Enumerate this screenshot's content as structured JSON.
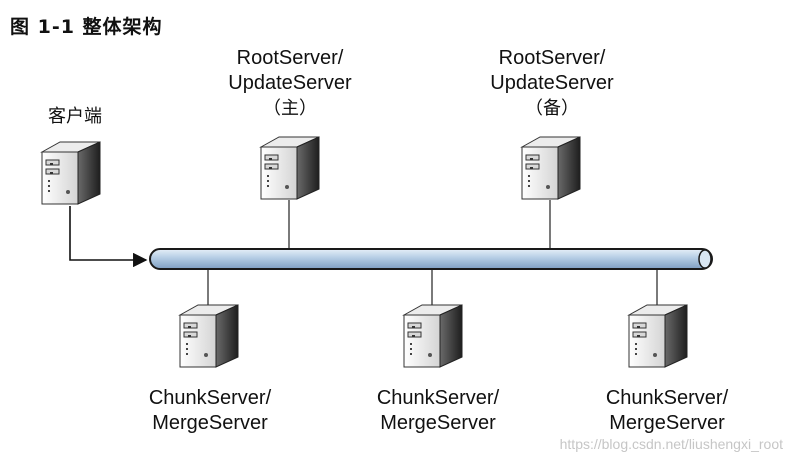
{
  "figure": {
    "title": "图 1-1  整体架构"
  },
  "nodes": {
    "client": {
      "label": "客户端"
    },
    "root_primary": {
      "line1": "RootServer/",
      "line2": "UpdateServer",
      "line3": "（主）"
    },
    "root_backup": {
      "line1": "RootServer/",
      "line2": "UpdateServer",
      "line3": "（备）"
    },
    "chunk_1": {
      "line1": "ChunkServer/",
      "line2": "MergeServer"
    },
    "chunk_2": {
      "line1": "ChunkServer/",
      "line2": "MergeServer"
    },
    "chunk_3": {
      "line1": "ChunkServer/",
      "line2": "MergeServer"
    }
  },
  "colors": {
    "bus_fill": "#b4cce4",
    "bus_stroke": "#1a1a1a",
    "server_light": "#f2f2f2",
    "server_dark": "#2a2a2a"
  },
  "watermark": "https://blog.csdn.net/liushengxi_root"
}
